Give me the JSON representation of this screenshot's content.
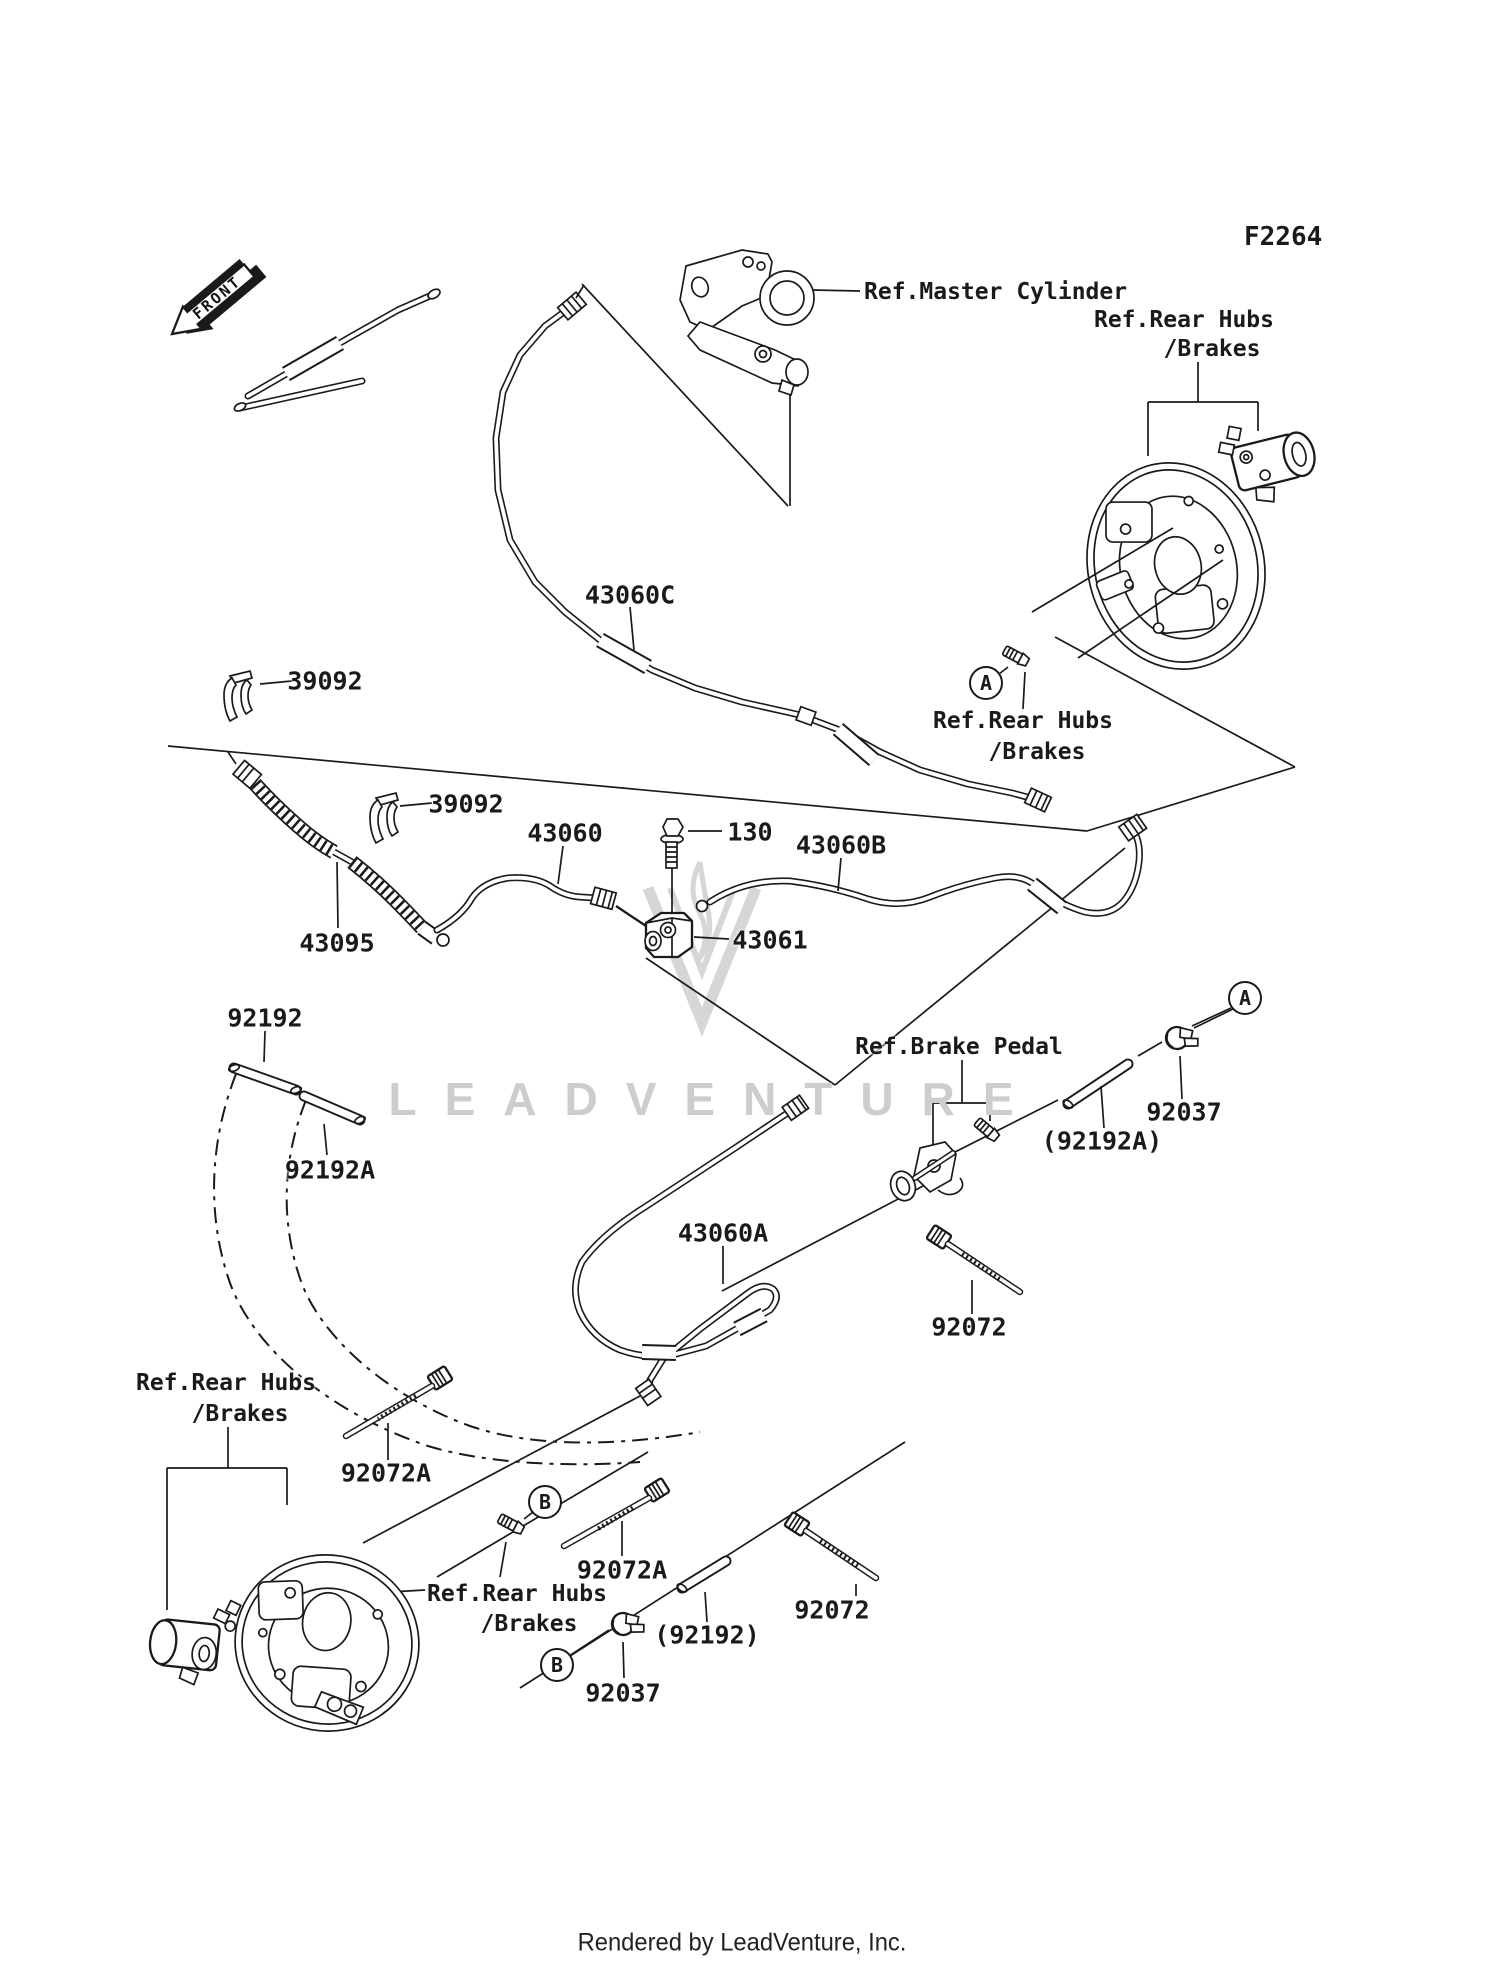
{
  "page": {
    "background": "#ffffff",
    "ink": "#1a1a1a",
    "watermark_color": "#cdcdcd"
  },
  "header": {
    "figure_code": "F2264"
  },
  "front_marker": {
    "label": "FRONT"
  },
  "ref_labels": {
    "master_cylinder": "Ref.Master Cylinder",
    "rear_hubs_line1": "Ref.Rear Hubs",
    "rear_hubs_line2": "/Brakes",
    "brake_pedal": "Ref.Brake Pedal"
  },
  "part_labels": {
    "p43060c": "43060C",
    "p39092": "39092",
    "p43060": "43060",
    "p130": "130",
    "p43060b": "43060B",
    "p43061": "43061",
    "p43095": "43095",
    "p92192": "92192",
    "p92192a": "92192A",
    "p92037": "92037",
    "p92192a_paren": "(92192A)",
    "p43060a": "43060A",
    "p92072": "92072",
    "p92072a": "92072A",
    "p92192_paren": "(92192)"
  },
  "callouts": {
    "a": "A",
    "b": "B"
  },
  "watermark": {
    "text": "LEADVENTURE"
  },
  "footer": {
    "credit": "Rendered by LeadVenture, Inc."
  }
}
